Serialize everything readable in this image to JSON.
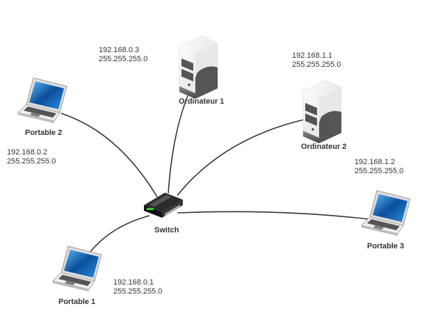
{
  "diagram": {
    "nodes": [
      {
        "id": "portable2",
        "type": "laptop",
        "label": "Portable 2",
        "ip": "192.168.0.2",
        "mask": "255.255.255.0"
      },
      {
        "id": "ordinateur1",
        "type": "server",
        "label": "Ordinateur 1",
        "ip": "192.168.0.3",
        "mask": "255.255.255.0"
      },
      {
        "id": "ordinateur2",
        "type": "server",
        "label": "Ordinateur 2",
        "ip": "192.168.1.1",
        "mask": "255.255.255.0"
      },
      {
        "id": "portable3",
        "type": "laptop",
        "label": "Portable 3",
        "ip": "192.168.1.2",
        "mask": "255.255.255.0"
      },
      {
        "id": "portable1",
        "type": "laptop",
        "label": "Portable 1",
        "ip": "192.168.0.1",
        "mask": "255.255.255.0"
      },
      {
        "id": "switch",
        "type": "switch",
        "label": "Switch"
      }
    ],
    "links": [
      {
        "from": "switch",
        "to": "portable2"
      },
      {
        "from": "switch",
        "to": "ordinateur1"
      },
      {
        "from": "switch",
        "to": "ordinateur2"
      },
      {
        "from": "switch",
        "to": "portable3"
      },
      {
        "from": "switch",
        "to": "portable1"
      }
    ],
    "colors": {
      "cable": "#333333",
      "text": "#333333",
      "screen": "#1a7fd4"
    }
  }
}
